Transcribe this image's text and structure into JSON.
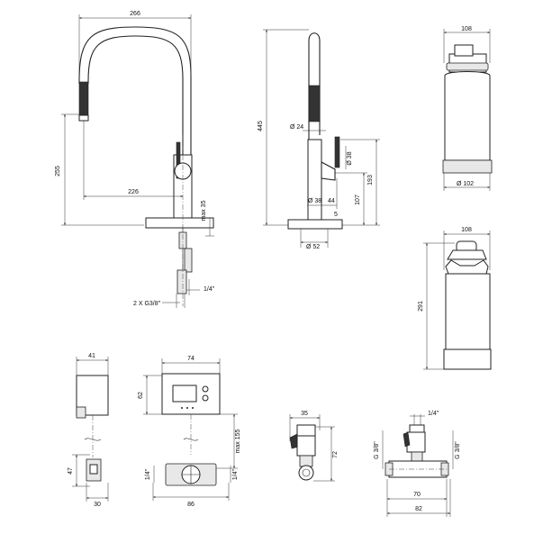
{
  "dimensions": {
    "faucet_front": {
      "width_266": "266",
      "spout_reach_226": "226",
      "height_255": "255",
      "deck_max_35": "max 35",
      "inlet_quarter": "1/4\"",
      "inlets": "2 X G3/8\""
    },
    "faucet_side": {
      "height_445": "445",
      "spout_dia_24": "Ø 24",
      "lever_dia_38": "Ø 38",
      "body_dia_38": "Ø 38",
      "offset_44": "44",
      "height_193": "193",
      "height_107": "107",
      "base_5": "5",
      "base_dia_52": "Ø 52"
    },
    "filter_small": {
      "width_108": "108",
      "dia_102": "Ø 102"
    },
    "filter_large": {
      "width_108": "108",
      "height_291": "291"
    },
    "box_side": {
      "width_41": "41",
      "height_47": "47",
      "width_30": "30"
    },
    "box_front": {
      "width_74": "74",
      "height_62": "62",
      "max_155": "max 155",
      "quarter_left": "1/4\"",
      "quarter_right": "1/4\"",
      "width_86": "86"
    },
    "valve": {
      "width_35": "35",
      "height_72": "72"
    },
    "tee": {
      "quarter_top": "1/4\"",
      "g38_left": "G 3/8\"",
      "g38_right": "G 3/8\"",
      "width_70": "70",
      "width_82": "82"
    }
  }
}
